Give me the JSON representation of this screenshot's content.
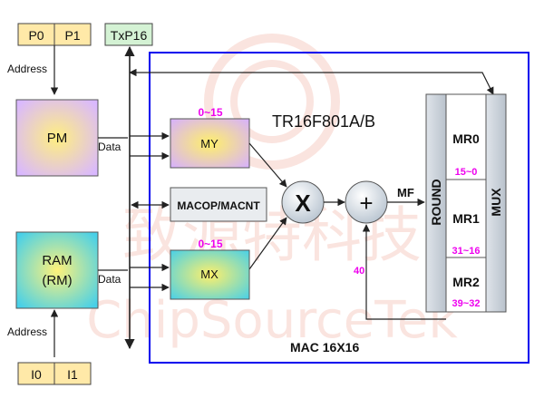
{
  "colors": {
    "mac_border": "#0000ee",
    "arrow": "#222222",
    "magenta_label": "#ee00ee",
    "pointer_fill": "#ffe9a8",
    "pm_fill": "#e8c8ff",
    "ram_fill": "#5fd6e6",
    "watermark": "#f0a090"
  },
  "pointers_top": [
    "P0",
    "P1"
  ],
  "pointers_bottom": [
    "I0",
    "I1"
  ],
  "txp16_label": "TxP16",
  "address_label": "Address",
  "data_label": "Data",
  "pm": {
    "label": "PM"
  },
  "ram": {
    "line1": "RAM",
    "line2": "(RM)"
  },
  "chip_title": "TR16F801A/B",
  "my": {
    "label": "MY",
    "range": "0~15"
  },
  "mx": {
    "label": "MX",
    "range": "0~15"
  },
  "macop_label": "MACOP/MACNT",
  "multiply_symbol": "X",
  "add_symbol": "+",
  "mf_label": "MF",
  "feedback_width": "40",
  "round_label": "ROUND",
  "mux_label": "MUX",
  "registers": [
    {
      "name": "MR0",
      "range": "15~0"
    },
    {
      "name": "MR1",
      "range": "31~16"
    },
    {
      "name": "MR2",
      "range": "39~32"
    }
  ],
  "mac_caption": "MAC 16X16",
  "watermark": {
    "line1": "致源特科技",
    "line2": "ChipSourceTek"
  }
}
